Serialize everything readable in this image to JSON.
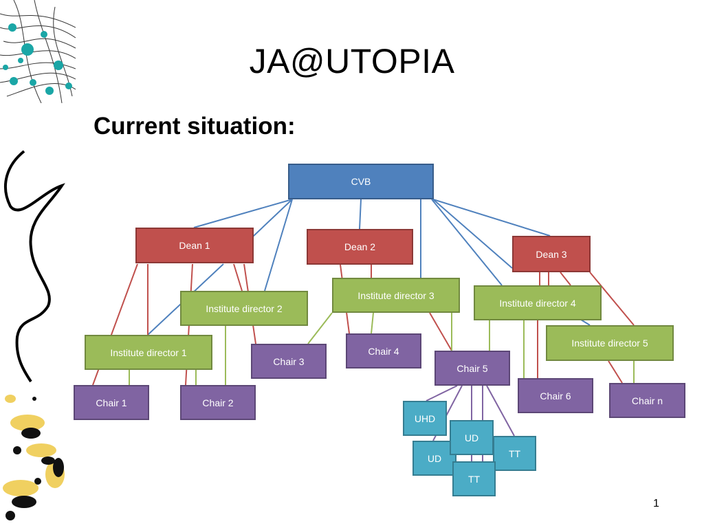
{
  "slide": {
    "title": "JA@UTOPIA",
    "subtitle": "Current situation:",
    "page_number": "1"
  },
  "colors": {
    "cvb": "#4f81bd",
    "dean": "#c0504d",
    "institute_director": "#9bbb59",
    "chair": "#8064a2",
    "staff": "#4bacc6",
    "line_blue": "#4f81bd",
    "line_red": "#c0504d",
    "line_green": "#9bbb59",
    "line_purple": "#8064a2"
  },
  "diagram": {
    "nodes": {
      "cvb": "CVB",
      "dean1": "Dean 1",
      "dean2": "Dean 2",
      "dean3": "Dean 3",
      "inst1": "Institute director 1",
      "inst2": "Institute director 2",
      "inst3": "Institute director 3",
      "inst4": "Institute director 4",
      "inst5": "Institute director 5",
      "chair1": "Chair 1",
      "chair2": "Chair 2",
      "chair3": "Chair 3",
      "chair4": "Chair 4",
      "chair5": "Chair 5",
      "chair6": "Chair 6",
      "chairn": "Chair n",
      "uhd": "UHD",
      "ud1": "UD",
      "ud2": "UD",
      "tt1": "TT",
      "tt2": "TT"
    }
  }
}
